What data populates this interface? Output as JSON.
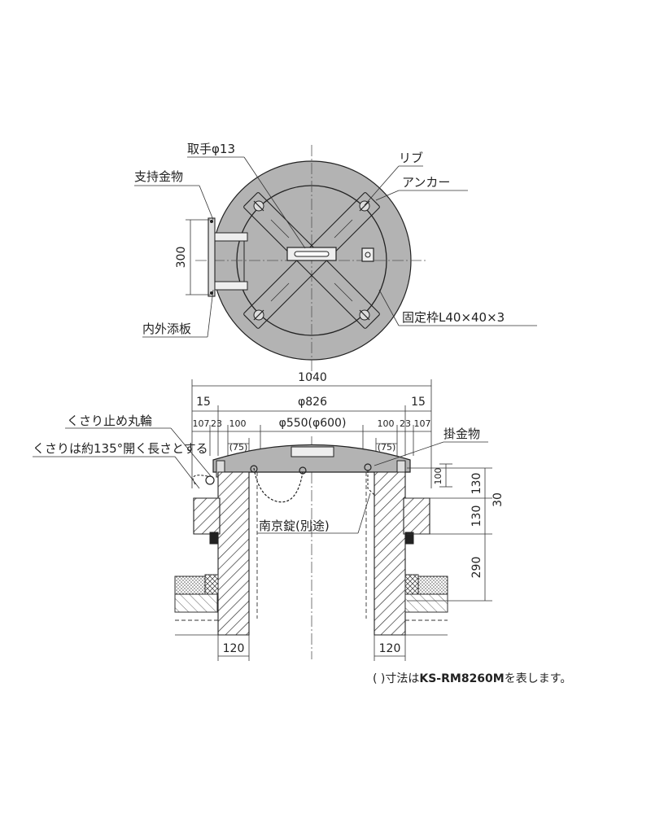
{
  "plan_view": {
    "handle": "取手φ13",
    "support_bracket": "支持金物",
    "rib": "リブ",
    "anchor": "アンカー",
    "dim_300": "300",
    "inner_outer_plate": "内外添板",
    "fixed_frame": "固定枠L40×40×3"
  },
  "section_view": {
    "dim_1040": "1040",
    "dim_15_left": "15",
    "dim_15_right": "15",
    "dim_826": "φ826",
    "dim_107_left": "107",
    "dim_23_left": "23",
    "dim_100_left": "100",
    "dim_550": "φ550(φ600)",
    "dim_100_right": "100",
    "dim_23_right": "23",
    "dim_107_right": "107",
    "dim_75_left": "(75)",
    "dim_75_right": "(75)",
    "chain_ring": "くさり止め丸輪",
    "chain_length": "くさりは約135°開く長さとする",
    "hanger": "掛金物",
    "padlock": "南京錠(別途)",
    "dim_100_small": "100",
    "dim_130_top": "130",
    "dim_30": "30",
    "dim_130_bottom": "130",
    "dim_290": "290",
    "dim_120_left": "120",
    "dim_120_right": "120"
  },
  "footnote": {
    "paren_note": "(    )寸法は",
    "model": "KS-RM8260M",
    "suffix": "を表します。"
  }
}
